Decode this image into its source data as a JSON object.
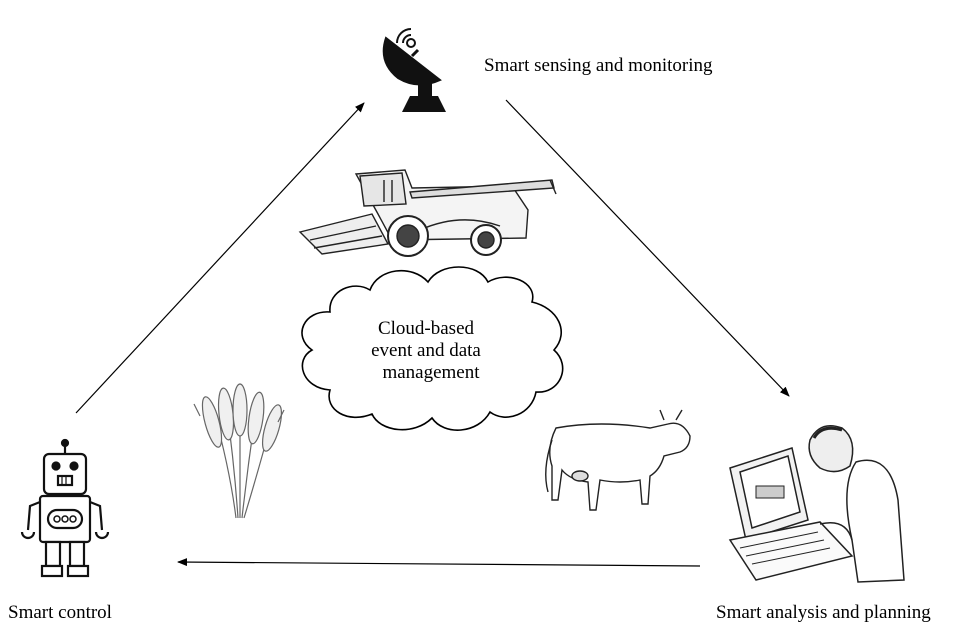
{
  "nodes": {
    "sensing": {
      "label": "Smart sensing and monitoring",
      "icon": "satellite-dish-icon"
    },
    "analysis": {
      "label": "Smart analysis and planning",
      "icon": "person-at-laptop-icon"
    },
    "control": {
      "label": "Smart control",
      "icon": "robot-icon"
    }
  },
  "center": {
    "lines": [
      "Cloud-based",
      "event and data",
      "management"
    ]
  },
  "illustrations": [
    "combine-harvester-icon",
    "wheat-icon",
    "cow-icon"
  ],
  "colors": {
    "ink": "#000000",
    "background": "#ffffff"
  }
}
